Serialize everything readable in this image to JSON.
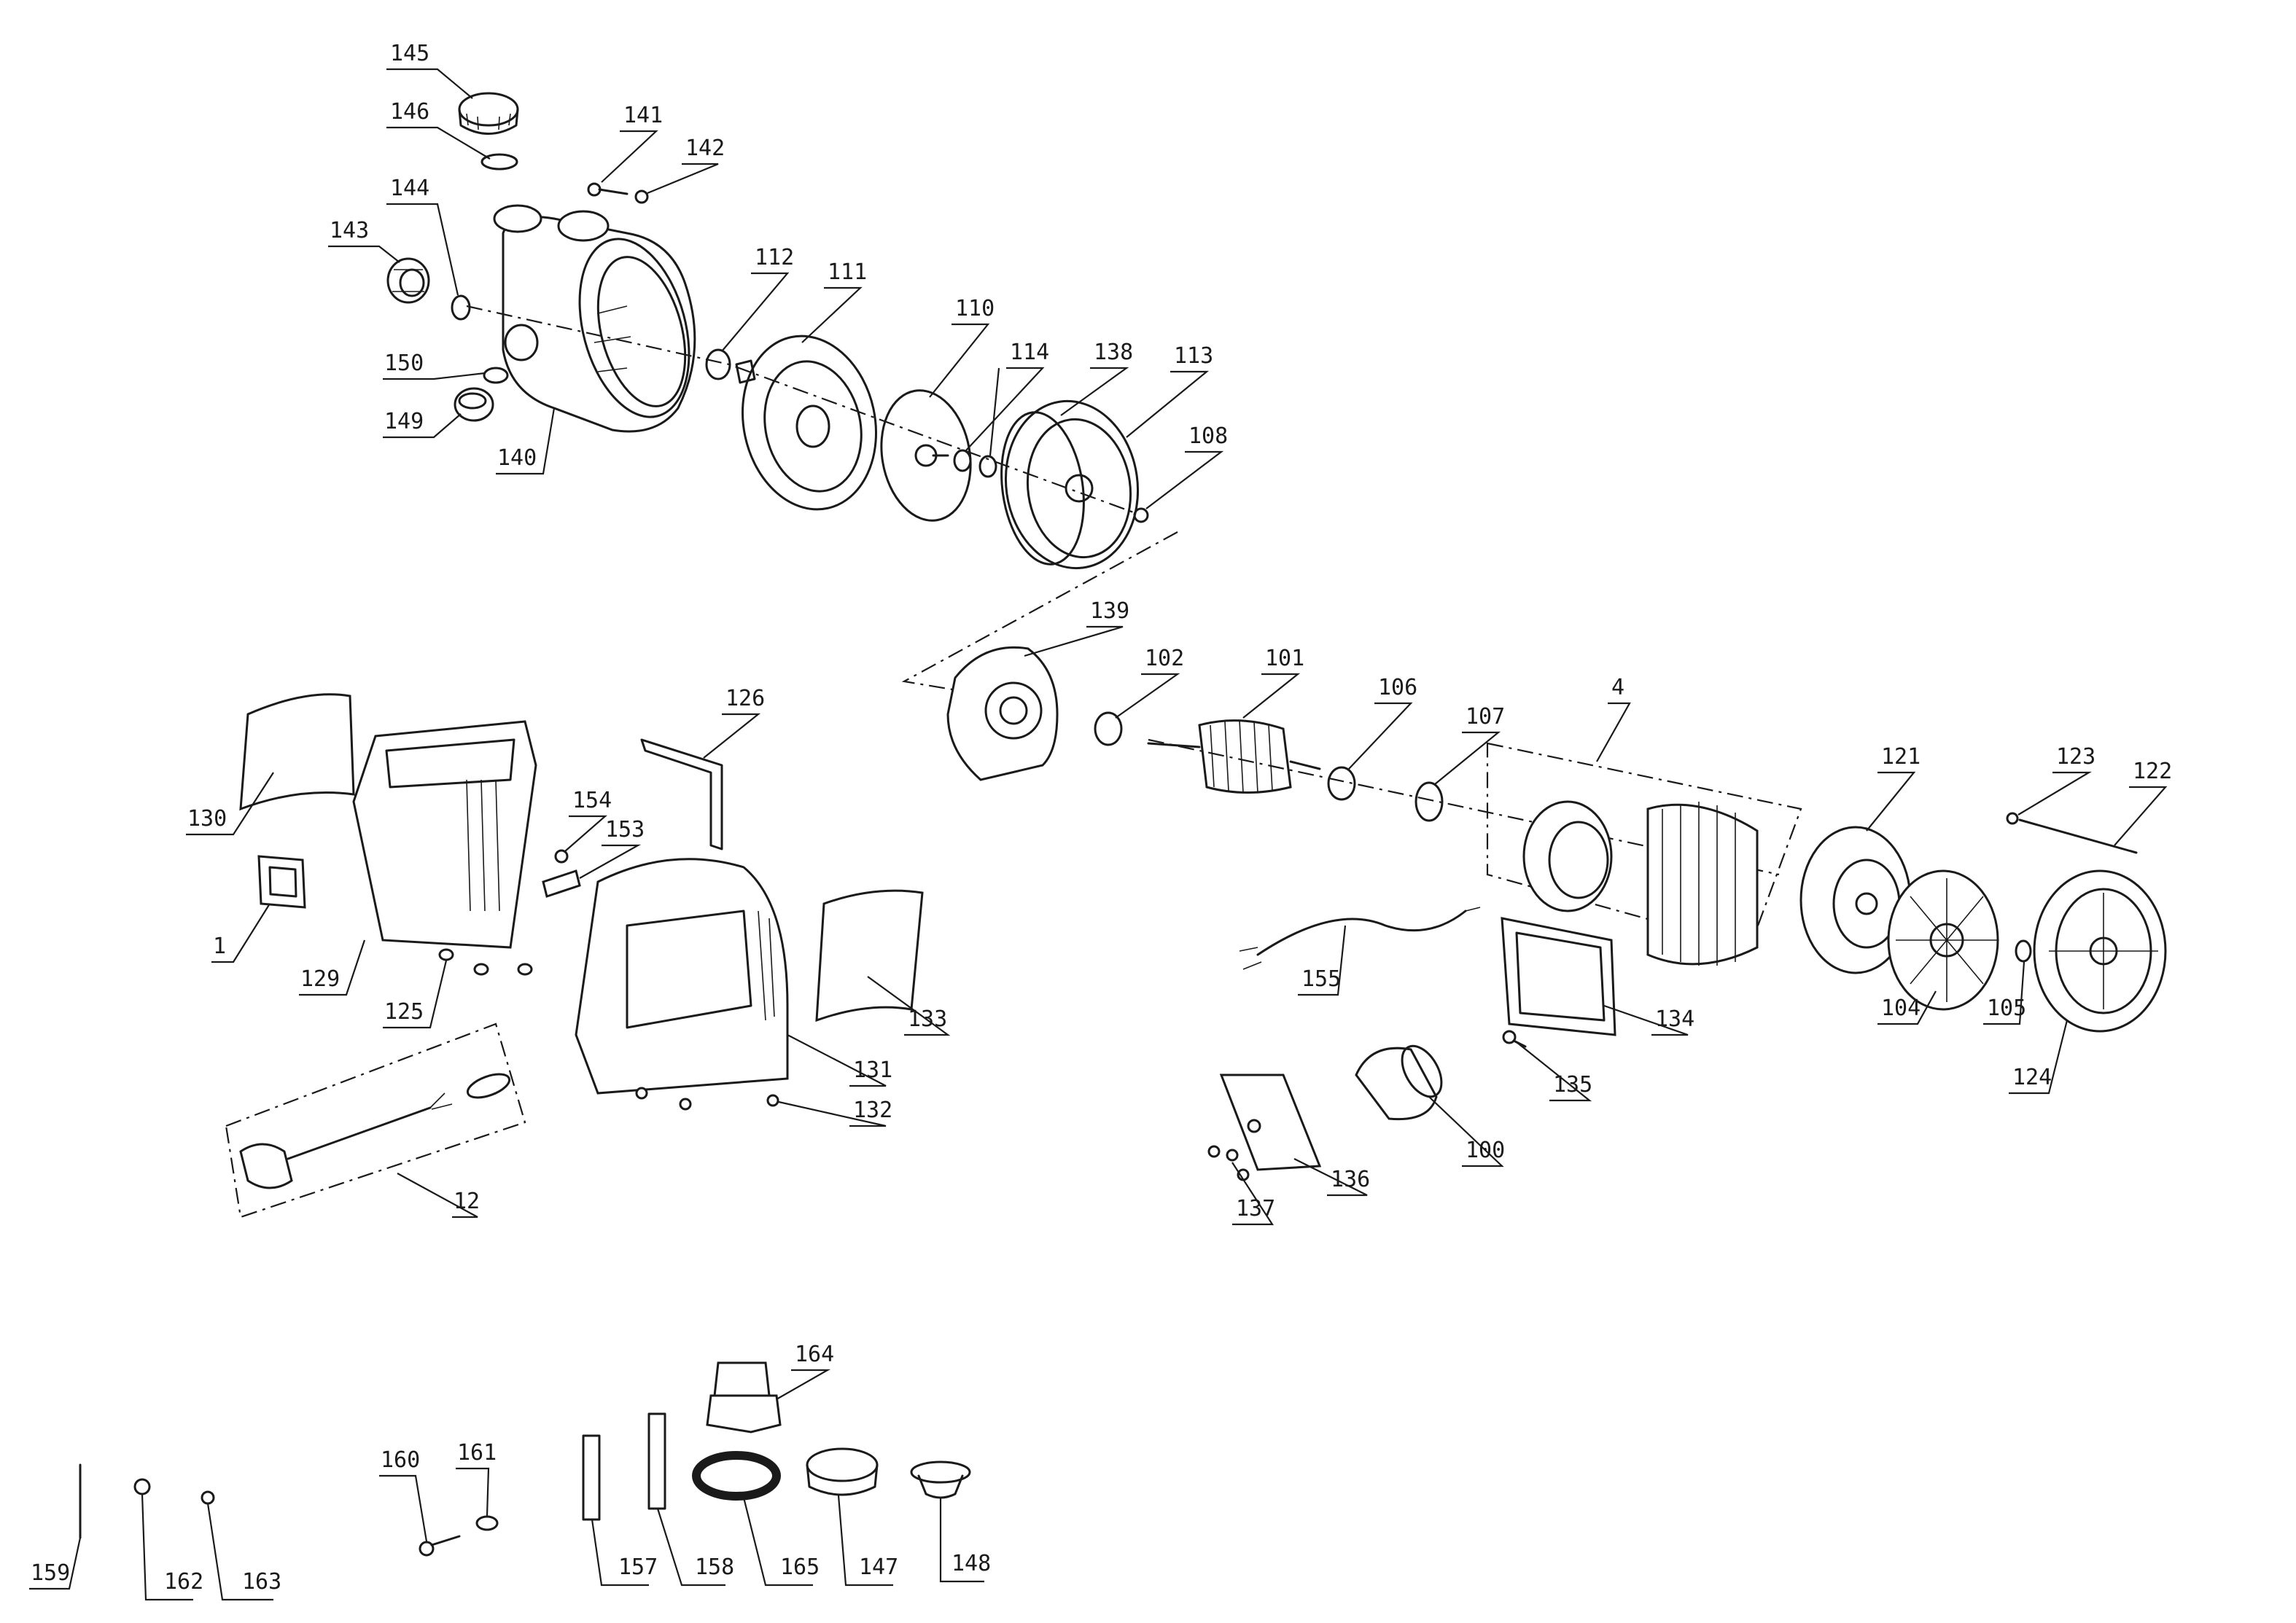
{
  "diagram": {
    "callouts": {
      "c145": "145",
      "c146": "146",
      "c141": "141",
      "c142": "142",
      "c144": "144",
      "c143": "143",
      "c112": "112",
      "c111": "111",
      "c110": "110",
      "c114": "114",
      "c138": "138",
      "c113": "113",
      "c108": "108",
      "c150": "150",
      "c149": "149",
      "c140": "140",
      "c139": "139",
      "c102": "102",
      "c101": "101",
      "c106": "106",
      "c107": "107",
      "c4": "4",
      "c121": "121",
      "c123": "123",
      "c122": "122",
      "c126": "126",
      "c130": "130",
      "c154": "154",
      "c153": "153",
      "c1": "1",
      "c129": "129",
      "c125": "125",
      "c133": "133",
      "c131": "131",
      "c132": "132",
      "c12": "12",
      "c155": "155",
      "c134": "134",
      "c104": "104",
      "c105": "105",
      "c124": "124",
      "c135": "135",
      "c100": "100",
      "c136": "136",
      "c137": "137",
      "c164": "164",
      "c160": "160",
      "c161": "161",
      "c159": "159",
      "c162": "162",
      "c163": "163",
      "c157": "157",
      "c158": "158",
      "c165": "165",
      "c147": "147",
      "c148": "148"
    }
  }
}
